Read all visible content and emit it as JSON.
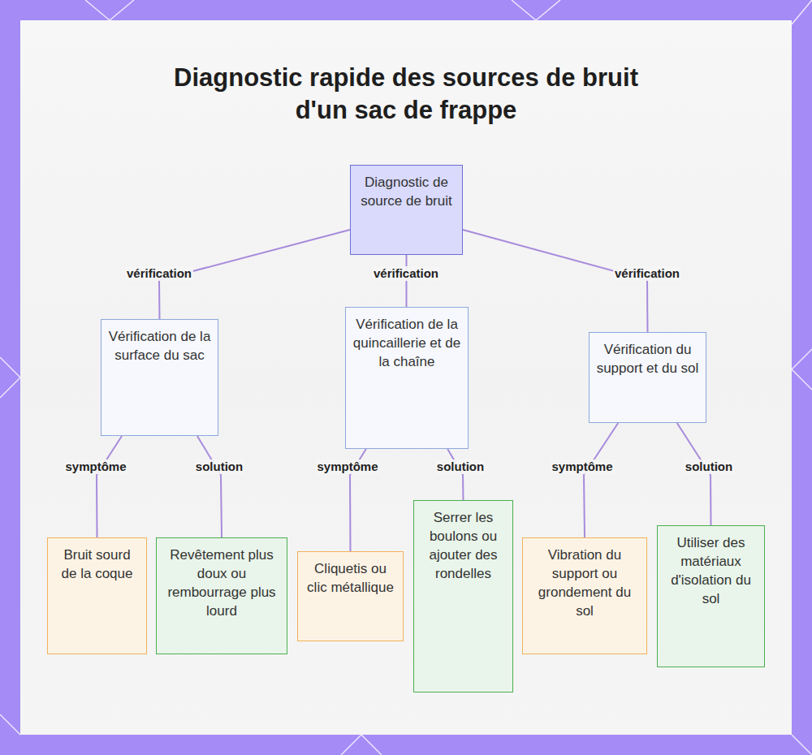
{
  "diagram": {
    "title": "Diagnostic rapide des sources de bruit d'un sac de frappe",
    "nodes": [
      {
        "text": [
          "Diagnostic de source de bruit"
        ]
      },
      {
        "text": [
          "Vérification de la surface du sac"
        ]
      },
      {
        "text": [
          "Vérification de la quincaillerie et de la chaîne"
        ]
      },
      {
        "text": [
          "Vérification du support et du sol"
        ]
      },
      {
        "text": [
          "Bruit sourd de la coque"
        ]
      },
      {
        "text": [
          "Revêtement plus doux ou rembourrage plus lourd"
        ]
      },
      {
        "text": [
          "Cliquetis ou clic métallique"
        ]
      },
      {
        "text": [
          "Serrer les boulons ou ajouter des rondelles"
        ]
      },
      {
        "text": [
          "Vibration du support ou grondement du sol"
        ]
      },
      {
        "text": [
          "Utiliser des matériaux d'isolation du sol"
        ]
      }
    ],
    "edges": [
      {
        "from": 0,
        "to": 1,
        "label": "vérification",
        "arrow": "none"
      },
      {
        "from": 0,
        "to": 2,
        "label": "vérification",
        "arrow": "none"
      },
      {
        "from": 0,
        "to": 3,
        "label": "vérification",
        "arrow": "none"
      },
      {
        "from": 1,
        "to": 4,
        "label": "symptôme",
        "arrow": "none"
      },
      {
        "from": 1,
        "to": 5,
        "label": "solution",
        "arrow": "none"
      },
      {
        "from": 2,
        "to": 6,
        "label": "symptôme",
        "arrow": "none"
      },
      {
        "from": 2,
        "to": 7,
        "label": "solution",
        "arrow": "none"
      },
      {
        "from": 3,
        "to": 8,
        "label": "symptôme",
        "arrow": "none"
      },
      {
        "from": 3,
        "to": 9,
        "label": "solution",
        "arrow": "none"
      }
    ]
  }
}
